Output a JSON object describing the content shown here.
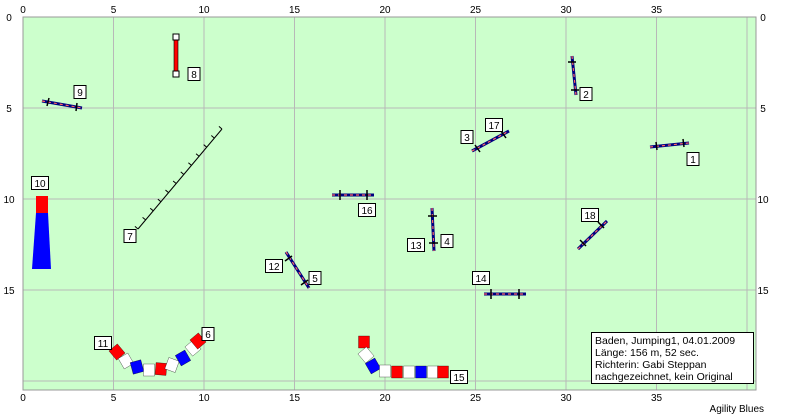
{
  "field": {
    "background": "#ccffcc",
    "grid_color": "#b8b8b8",
    "x_ticks": [
      "0",
      "5",
      "10",
      "15",
      "20",
      "25",
      "30",
      "35"
    ],
    "y_ticks": [
      "0",
      "5",
      "10",
      "15"
    ]
  },
  "colors": {
    "red": "#ff0000",
    "blue": "#0000ff",
    "white": "#ffffff",
    "dark": "#000080"
  },
  "obstacles": [
    {
      "num": "1",
      "type": "jump"
    },
    {
      "num": "2",
      "type": "jump"
    },
    {
      "num": "3",
      "type": "jump"
    },
    {
      "num": "4",
      "type": "jump"
    },
    {
      "num": "5",
      "type": "jump"
    },
    {
      "num": "6",
      "type": "tunnel-exit"
    },
    {
      "num": "7",
      "type": "dogwalk"
    },
    {
      "num": "8",
      "type": "jump"
    },
    {
      "num": "9",
      "type": "jump"
    },
    {
      "num": "10",
      "type": "seesaw"
    },
    {
      "num": "11",
      "type": "tunnel"
    },
    {
      "num": "12",
      "type": "jump"
    },
    {
      "num": "13",
      "type": "jump"
    },
    {
      "num": "14",
      "type": "jump"
    },
    {
      "num": "15",
      "type": "tunnel"
    },
    {
      "num": "16",
      "type": "jump"
    },
    {
      "num": "17",
      "type": "jump"
    },
    {
      "num": "18",
      "type": "jump"
    }
  ],
  "info": {
    "line1": "Baden, Jumping1, 04.01.2009",
    "line2": "Länge: 156 m, 52 sec.",
    "line3": "Richterin: Gabi Steppan",
    "line4": "nachgezeichnet, kein Original"
  },
  "brand": "Agility Blues"
}
